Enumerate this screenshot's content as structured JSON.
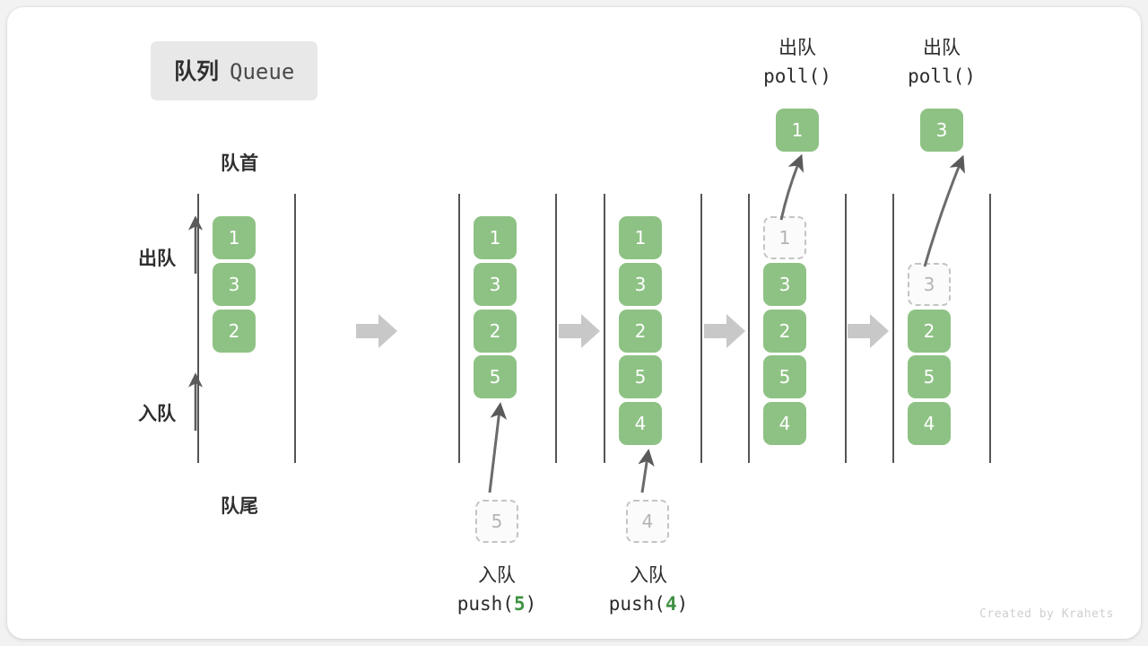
{
  "title": {
    "cn": "队列",
    "en": "Queue"
  },
  "labels": {
    "front": "队首",
    "rear": "队尾",
    "dequeue": "出队",
    "enqueue": "入队"
  },
  "colors": {
    "element": "#8ec284",
    "ghost_border": "#c4c4c4",
    "ghost_text": "#b4b4b4",
    "rail": "#555555",
    "block_arrow": "#c8c8c8",
    "badge_bg": "#e8e8e8",
    "code_accent": "#3f9142",
    "card_bg": "#ffffff",
    "page_bg": "#f2f2f2"
  },
  "side_arrows": [
    {
      "name": "dequeue",
      "label": "出队"
    },
    {
      "name": "enqueue",
      "label": "入队"
    }
  ],
  "columns": [
    {
      "name": "initial-queue",
      "slots": [
        {
          "value": "1",
          "state": "filled"
        },
        {
          "value": "3",
          "state": "filled"
        },
        {
          "value": "2",
          "state": "filled"
        },
        {
          "value": "",
          "state": "empty"
        },
        {
          "value": "",
          "state": "empty"
        },
        {
          "value": "",
          "state": "empty"
        }
      ]
    },
    {
      "name": "after-push-5",
      "slots": [
        {
          "value": "1",
          "state": "filled"
        },
        {
          "value": "3",
          "state": "filled"
        },
        {
          "value": "2",
          "state": "filled"
        },
        {
          "value": "5",
          "state": "filled"
        },
        {
          "value": "",
          "state": "empty"
        },
        {
          "value": "",
          "state": "empty"
        }
      ]
    },
    {
      "name": "after-push-4",
      "slots": [
        {
          "value": "1",
          "state": "filled"
        },
        {
          "value": "3",
          "state": "filled"
        },
        {
          "value": "2",
          "state": "filled"
        },
        {
          "value": "5",
          "state": "filled"
        },
        {
          "value": "4",
          "state": "filled"
        },
        {
          "value": "",
          "state": "empty"
        }
      ]
    },
    {
      "name": "after-poll-1",
      "slots": [
        {
          "value": "1",
          "state": "ghost"
        },
        {
          "value": "3",
          "state": "filled"
        },
        {
          "value": "2",
          "state": "filled"
        },
        {
          "value": "5",
          "state": "filled"
        },
        {
          "value": "4",
          "state": "filled"
        },
        {
          "value": "",
          "state": "empty"
        }
      ]
    },
    {
      "name": "after-poll-3",
      "slots": [
        {
          "value": "",
          "state": "empty"
        },
        {
          "value": "3",
          "state": "ghost"
        },
        {
          "value": "2",
          "state": "filled"
        },
        {
          "value": "5",
          "state": "filled"
        },
        {
          "value": "4",
          "state": "filled"
        },
        {
          "value": "",
          "state": "empty"
        }
      ]
    }
  ],
  "operations": [
    {
      "name": "push-5",
      "kind": "enqueue",
      "cn": "入队",
      "code_prefix": "push(",
      "code_value": "5",
      "code_suffix": ")",
      "ghost_value": "5"
    },
    {
      "name": "push-4",
      "kind": "enqueue",
      "cn": "入队",
      "code_prefix": "push(",
      "code_value": "4",
      "code_suffix": ")",
      "ghost_value": "4"
    },
    {
      "name": "poll-1",
      "kind": "dequeue",
      "cn": "出队",
      "code_prefix": "poll(",
      "code_value": "",
      "code_suffix": ")",
      "popped_value": "1"
    },
    {
      "name": "poll-3",
      "kind": "dequeue",
      "cn": "出队",
      "code_prefix": "poll(",
      "code_value": "",
      "code_suffix": ")",
      "popped_value": "3"
    }
  ],
  "watermark": "Created by Krahets"
}
